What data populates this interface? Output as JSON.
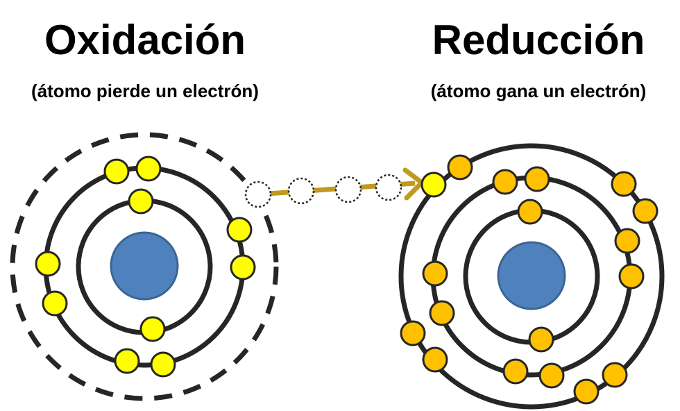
{
  "left": {
    "title": "Oxidación",
    "subtitle": "(átomo pierde un electrón)"
  },
  "right": {
    "title": "Reducción",
    "subtitle": "(átomo gana un electrón)"
  },
  "colors": {
    "nucleus": "#4f81bd",
    "nucleus_stroke": "#3a6595",
    "orbit": "#262626",
    "electron_lost_atom": "#ffff00",
    "electron_gained_atom": "#ffc000",
    "electron_stroke": "#262626",
    "arrow": "#c09a1e"
  }
}
